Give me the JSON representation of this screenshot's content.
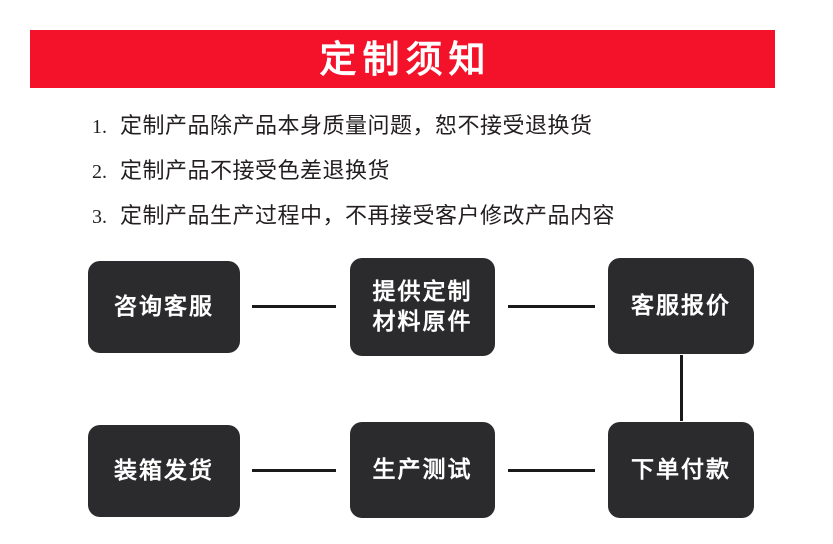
{
  "banner": {
    "title": "定制须知",
    "background_color": "#f4112a",
    "text_color": "#ffffff"
  },
  "notices": [
    {
      "num": "1.",
      "text": "定制产品除产品本身质量问题，恕不接受退换货"
    },
    {
      "num": "2.",
      "text": "定制产品不接受色差退换货"
    },
    {
      "num": "3.",
      "text": "定制产品生产过程中，不再接受客户修改产品内容"
    }
  ],
  "flow": {
    "box_color": "#2b2b2d",
    "box_text_color": "#ffffff",
    "connector_color": "#1a1a1a",
    "steps": [
      {
        "id": "consult",
        "label": "咨询客服"
      },
      {
        "id": "material",
        "label": "提供定制\n材料原件"
      },
      {
        "id": "quote",
        "label": "客服报价"
      },
      {
        "id": "pay",
        "label": "下单付款"
      },
      {
        "id": "test",
        "label": "生产测试"
      },
      {
        "id": "ship",
        "label": "装箱发货"
      }
    ]
  }
}
